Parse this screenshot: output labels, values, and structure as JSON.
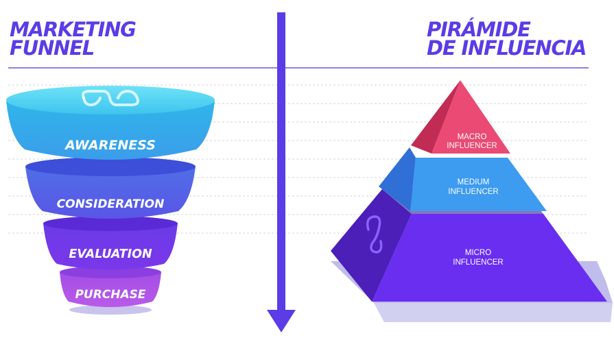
{
  "left": {
    "title_line1": "MARKETING",
    "title_line2": "FUNNEL",
    "stages": [
      {
        "label": "AWARENESS",
        "color": "#3ec9ef"
      },
      {
        "label": "CONSIDERATION",
        "color": "#4a74e6"
      },
      {
        "label": "EVALUATION",
        "color": "#7237ea"
      },
      {
        "label": "PURCHASE",
        "color": "#b24ce6"
      }
    ]
  },
  "right": {
    "title_line1": "PIRÁMIDE",
    "title_line2": "DE INFLUENCIA",
    "levels": [
      {
        "line1": "MACRO",
        "line2": "INFLUENCER",
        "color": "#e9426f"
      },
      {
        "line1": "MEDIUM",
        "line2": "INFLUENCER",
        "color": "#3791ea"
      },
      {
        "line1": "MICRO",
        "line2": "INFLUENCER",
        "color": "#6a2ef0"
      }
    ]
  },
  "colors": {
    "accent": "#5b3ce6",
    "divider": "#6b56d6",
    "shadow": "#b9b5ea"
  },
  "icons": [
    "logo-icon",
    "arrow-down-icon"
  ]
}
